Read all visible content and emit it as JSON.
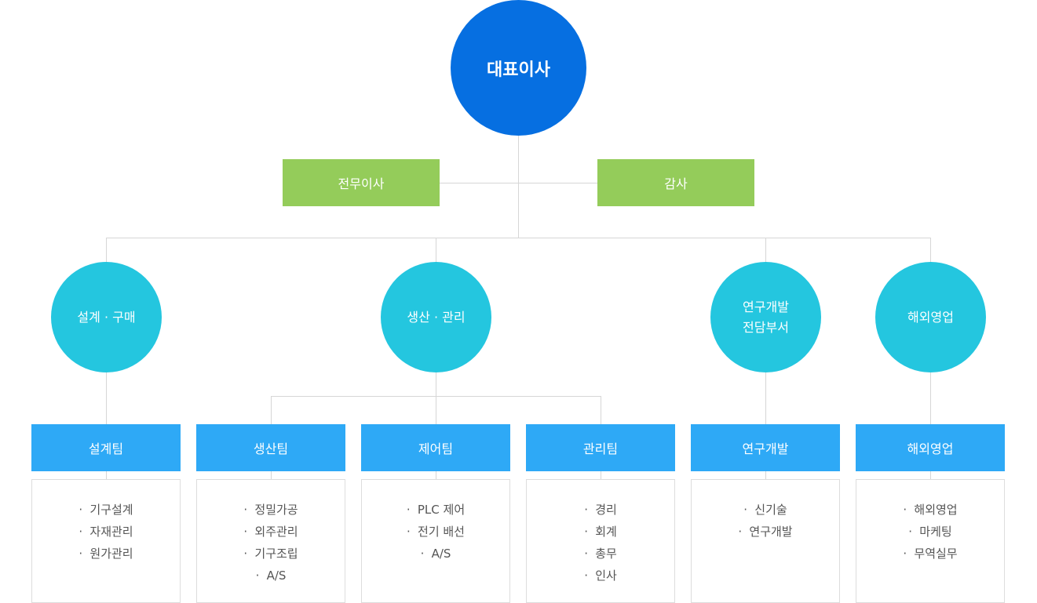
{
  "ceo": {
    "label": "대표이사"
  },
  "executives": [
    {
      "label": "전무이사"
    },
    {
      "label": "감사"
    }
  ],
  "divisions": [
    {
      "lines": [
        "설계 · 구매"
      ]
    },
    {
      "lines": [
        "생산 · 관리"
      ]
    },
    {
      "lines": [
        "연구개발",
        "전담부서"
      ]
    },
    {
      "lines": [
        "해외영업"
      ]
    }
  ],
  "teams": [
    {
      "label": "설계팀",
      "duties": [
        "기구설계",
        "자재관리",
        "원가관리"
      ]
    },
    {
      "label": "생산팀",
      "duties": [
        "정밀가공",
        "외주관리",
        "기구조립",
        "A/S"
      ]
    },
    {
      "label": "제어팀",
      "duties": [
        "PLC 제어",
        "전기 배선",
        "A/S"
      ]
    },
    {
      "label": "관리팀",
      "duties": [
        "경리",
        "회계",
        "총무",
        "인사"
      ]
    },
    {
      "label": "연구개발",
      "duties": [
        "신기술",
        "연구개발"
      ]
    },
    {
      "label": "해외영업",
      "duties": [
        "해외영업",
        "마케팅",
        "무역실무"
      ]
    }
  ],
  "colors": {
    "ceo": "#066fe1",
    "executive": "#94cc5a",
    "division": "#24c6df",
    "team": "#2ea9f6",
    "line": "#d6d6d6"
  }
}
